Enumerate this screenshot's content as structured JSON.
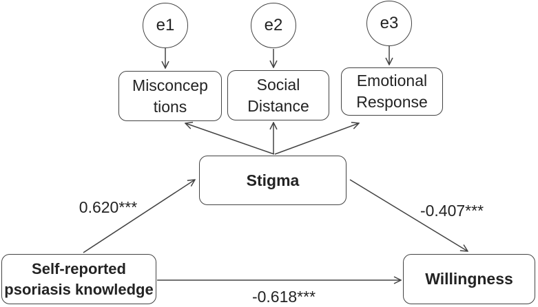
{
  "figure": {
    "background": "#ffffff",
    "line_color": "#424242",
    "text_color": "#232323",
    "error_terms": [
      {
        "label": "e1"
      },
      {
        "label": "e2"
      },
      {
        "label": "e3"
      }
    ],
    "indicators": [
      {
        "label": "Misconcep\ntions"
      },
      {
        "label": "Social\nDistance"
      },
      {
        "label": "Emotional\nResponse"
      }
    ],
    "latent": {
      "label": "Stigma"
    },
    "predictor": {
      "label": "Self-reported\npsoriasis knowledge"
    },
    "outcome": {
      "label": "Willingness"
    },
    "paths": [
      {
        "from": "Self-reported psoriasis knowledge",
        "to": "Stigma",
        "coefficient": "0.620***"
      },
      {
        "from": "Stigma",
        "to": "Willingness",
        "coefficient": "-0.407***"
      },
      {
        "from": "Self-reported psoriasis knowledge",
        "to": "Willingness",
        "coefficient": "-0.618***"
      }
    ]
  }
}
